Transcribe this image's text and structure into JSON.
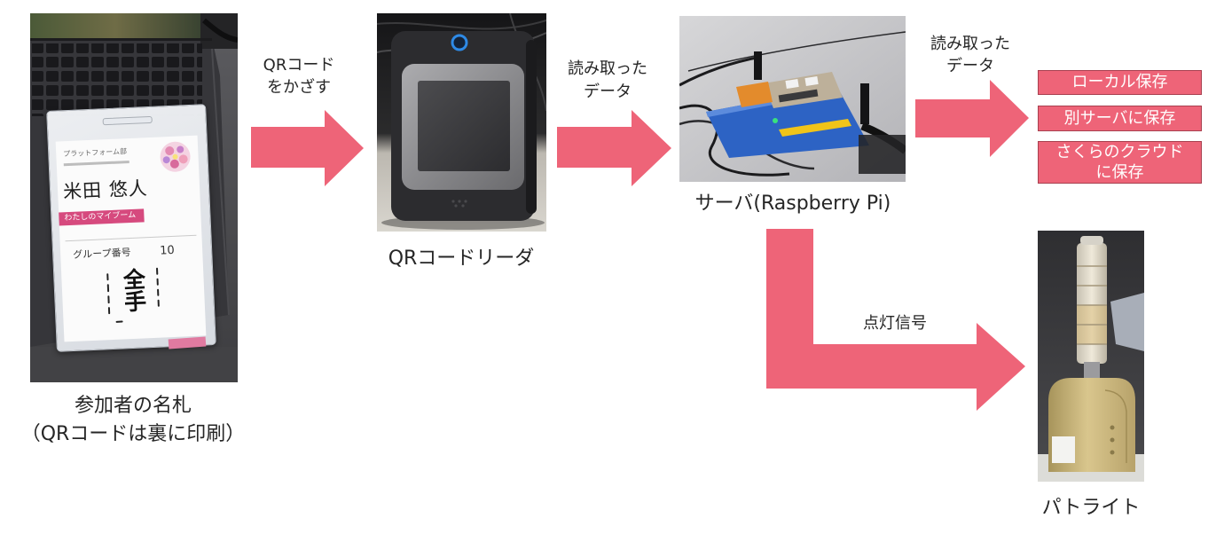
{
  "colors": {
    "arrow": "#ee6478",
    "storage_box": "#ee6478",
    "storage_text": "#ffffff",
    "badge_tag": "#d64a7e",
    "reader_ring": "#2e8ae6"
  },
  "badge_photo": {
    "caption": [
      "参加者の名札",
      "（QRコードは裏に印刷）"
    ],
    "badge": {
      "org": "プラットフォーム部",
      "name": "米田 悠人",
      "tag": "わたしのマイブーム",
      "group_label": "グループ番号",
      "group_number": "10",
      "calligraphy": "全手"
    }
  },
  "arrow_scan": {
    "label": [
      "QRコード",
      "をかざす"
    ]
  },
  "reader_photo": {
    "caption": "QRコードリーダ"
  },
  "arrow_to_server": {
    "label": [
      "読み取った",
      "データ"
    ]
  },
  "server_photo": {
    "caption": "サーバ(Raspberry Pi)"
  },
  "arrow_to_storage": {
    "label": [
      "読み取った",
      "データ"
    ]
  },
  "storage_options": [
    {
      "label": [
        "ローカル保存"
      ]
    },
    {
      "label": [
        "別サーバに保存"
      ]
    },
    {
      "label": [
        "さくらのクラウド",
        "に保存"
      ]
    }
  ],
  "arrow_to_light": {
    "label": [
      "点灯信号"
    ]
  },
  "light_photo": {
    "caption": "パトライト"
  }
}
